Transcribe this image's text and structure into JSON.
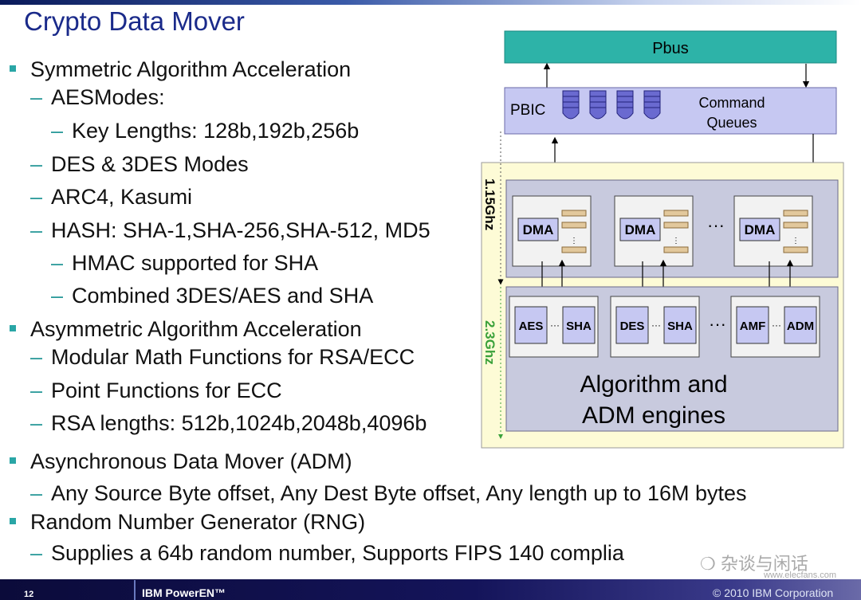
{
  "slide": {
    "title": "Crypto Data Mover",
    "bullets": [
      {
        "level": 1,
        "text": "Symmetric Algorithm Acceleration"
      },
      {
        "level": 2,
        "text": "AESModes:"
      },
      {
        "level": 3,
        "text": "Key Lengths: 128b,192b,256b"
      },
      {
        "level": 2,
        "text": "DES & 3DES Modes"
      },
      {
        "level": 2,
        "text": "ARC4, Kasumi"
      },
      {
        "level": 2,
        "text": "HASH: SHA-1,SHA-256,SHA-512, MD5"
      },
      {
        "level": 3,
        "text": "HMAC supported for SHA"
      },
      {
        "level": 3,
        "text": "Combined 3DES/AES and SHA"
      },
      {
        "level": 1,
        "text": "Asymmetric Algorithm Acceleration"
      },
      {
        "level": 2,
        "text": "Modular Math Functions for RSA/ECC"
      },
      {
        "level": 2,
        "text": "Point Functions for ECC"
      },
      {
        "level": 2,
        "text": "RSA lengths: 512b,1024b,2048b,4096b"
      },
      {
        "level": 1,
        "text": "Asynchronous Data Mover (ADM)"
      },
      {
        "level": 2,
        "text": "Any Source Byte offset, Any Dest Byte offset, Any length up to 16M bytes"
      },
      {
        "level": 1,
        "text": "Random Number Generator (RNG)"
      },
      {
        "level": 2,
        "text": "Supplies a 64b random number, Supports FIPS 140 complia"
      }
    ]
  },
  "diagram": {
    "pbus": "Pbus",
    "pbic": "PBIC",
    "command_queues_line1": "Command",
    "command_queues_line2": "Queues",
    "freq_dma": "1.15Ghz",
    "freq_alg": "2.3Ghz",
    "dma_label": "DMA",
    "ellipsis": "···",
    "engines": [
      "AES",
      "SHA",
      "DES",
      "SHA",
      "AMF",
      "ADM"
    ],
    "algo_line1": "Algorithm and",
    "algo_line2": "ADM engines"
  },
  "footer": {
    "page": "12",
    "brand": "IBM PowerEN™",
    "copyright": "© 2010 IBM Corporation"
  },
  "watermark": {
    "text": "杂谈与闲话",
    "site": "www.elecfans.com"
  },
  "colors": {
    "title": "#1a2a8a",
    "bullet": "#2aa6a6",
    "pbus": "#2db3a8",
    "pbic": "#c6c8f2",
    "outer_box": "#fdfbd6",
    "inner_box": "#c8cade",
    "freq": "#3aa13a"
  }
}
